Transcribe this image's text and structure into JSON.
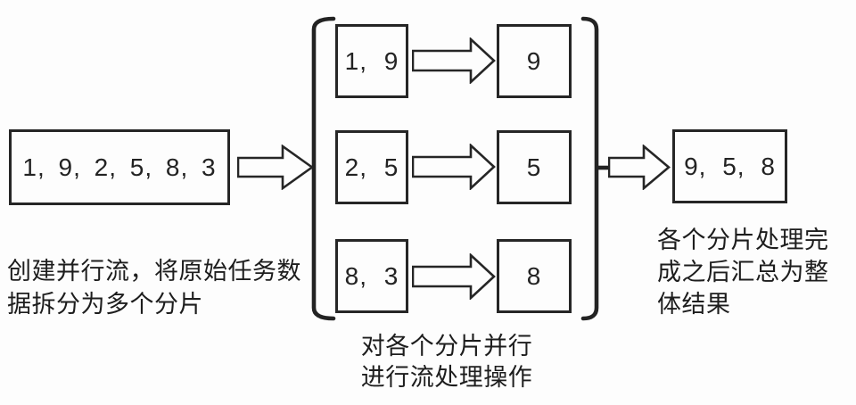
{
  "colors": {
    "line": "#262626",
    "background": "#fdfdfd",
    "text": "#1f1f1f"
  },
  "source": {
    "value": "1, 9, 2, 5, 8, 3",
    "caption": [
      "创建并行流，将原始任务数",
      "据拆分为多个分片"
    ]
  },
  "shards": {
    "rows": [
      {
        "input": "1, 9",
        "output": "9"
      },
      {
        "input": "2, 5",
        "output": "5"
      },
      {
        "input": "8, 3",
        "output": "8"
      }
    ],
    "caption": [
      "对各个分片并行",
      "进行流处理操作"
    ]
  },
  "result": {
    "value": "9, 5, 8",
    "caption": [
      "各个分片处理完",
      "成之后汇总为整",
      "体结果"
    ]
  }
}
